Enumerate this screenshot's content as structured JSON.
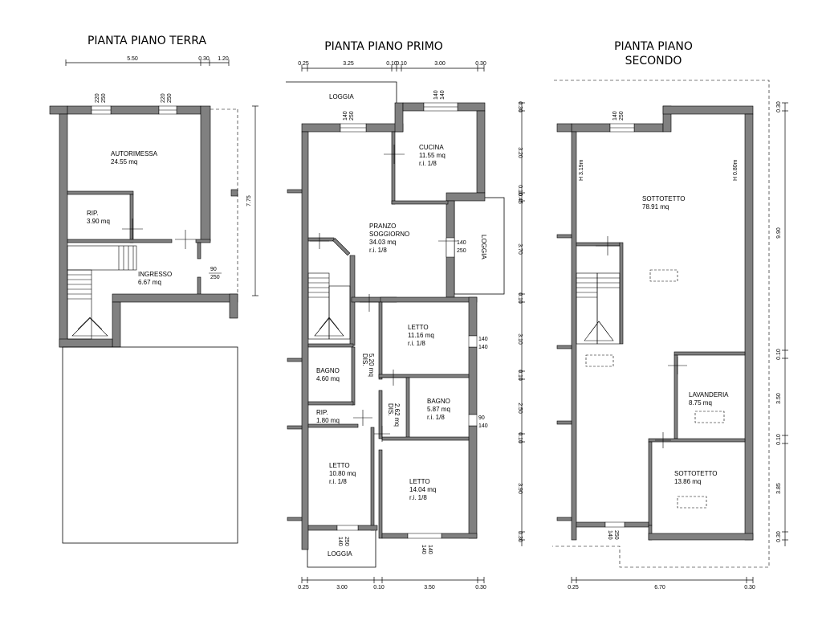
{
  "floors": {
    "ground": {
      "title": "PIANTA PIANO TERRA",
      "top_dims": [
        "5.50",
        "0.30",
        "1.20"
      ],
      "side_dim": "7.75",
      "rooms": [
        {
          "name": "AUTORIMESSA",
          "area": "24.55 mq"
        },
        {
          "name": "RIP.",
          "area": "3.90 mq"
        },
        {
          "name": "INGRESSO",
          "area": "6.67 mq"
        }
      ],
      "windows": [
        {
          "w": "220",
          "h": "250"
        },
        {
          "w": "220",
          "h": "250"
        },
        {
          "w": "90",
          "h": "250"
        }
      ]
    },
    "first": {
      "title": "PIANTA PIANO PRIMO",
      "top_dims": [
        "0.25",
        "3.25",
        "0.10",
        "0.10",
        "3.00",
        "0.30"
      ],
      "bottom_dims": [
        "0.25",
        "3.00",
        "0.10",
        "3.50",
        "0.30"
      ],
      "side_dims": [
        "0.30",
        "3.20",
        "0.10",
        "0.45",
        "3.70",
        "0.10",
        "3.10",
        "0.10",
        "2.50",
        "0.10",
        "3.90",
        "0.30"
      ],
      "rooms": [
        {
          "name": "LOGGIA"
        },
        {
          "name": "CUCINA",
          "area": "11.55 mq",
          "ratio": "r.i. 1/8"
        },
        {
          "name_lines": [
            "PRANZO",
            "SOGGIORNO"
          ],
          "area": "34.03 mq",
          "ratio": "r.i. 1/8"
        },
        {
          "name": "LOGGIA"
        },
        {
          "name": "LETTO",
          "area": "11.16 mq",
          "ratio": "r.i. 1/8"
        },
        {
          "name": "DIS.",
          "area": "5.20 mq"
        },
        {
          "name": "BAGNO",
          "area": "4.60 mq"
        },
        {
          "name": "DIS.",
          "area": "2.62 mq"
        },
        {
          "name": "BAGNO",
          "area": "5.87 mq",
          "ratio": "r.i. 1/8"
        },
        {
          "name": "RIP.",
          "area": "1.80 mq"
        },
        {
          "name": "LETTO",
          "area": "10.80 mq",
          "ratio": "r.i. 1/8"
        },
        {
          "name": "LETTO",
          "area": "14.04 mq",
          "ratio": "r.i. 1/8"
        },
        {
          "name": "LOGGIA"
        }
      ],
      "windows": [
        {
          "w": "140",
          "h": "250"
        },
        {
          "w": "140",
          "h": "140"
        },
        {
          "w": "140",
          "h": "250"
        },
        {
          "w": "140",
          "h": "140"
        },
        {
          "w": "90",
          "h": "140"
        },
        {
          "w": "140",
          "h": "250"
        },
        {
          "w": "140",
          "h": "140"
        }
      ]
    },
    "second": {
      "title_lines": [
        "PIANTA PIANO",
        "SECONDO"
      ],
      "bottom_dims": [
        "0.25",
        "6.70",
        "0.30"
      ],
      "side_dims": [
        "0.30",
        "9.90",
        "0.10",
        "3.50",
        "0.10",
        "3.85",
        "0.30"
      ],
      "heights": [
        "H 3.19m",
        "H 0.80m"
      ],
      "rooms": [
        {
          "name": "SOTTOTETTO",
          "area": "78.91 mq"
        },
        {
          "name": "LAVANDERIA",
          "area": "8.75 mq"
        },
        {
          "name": "SOTTOTETTO",
          "area": "13.86 mq"
        }
      ],
      "windows": [
        {
          "w": "140",
          "h": "250"
        },
        {
          "w": "140",
          "h": "250"
        }
      ]
    }
  },
  "colors": {
    "wall": "#808080",
    "line": "#000000",
    "background": "#ffffff"
  }
}
